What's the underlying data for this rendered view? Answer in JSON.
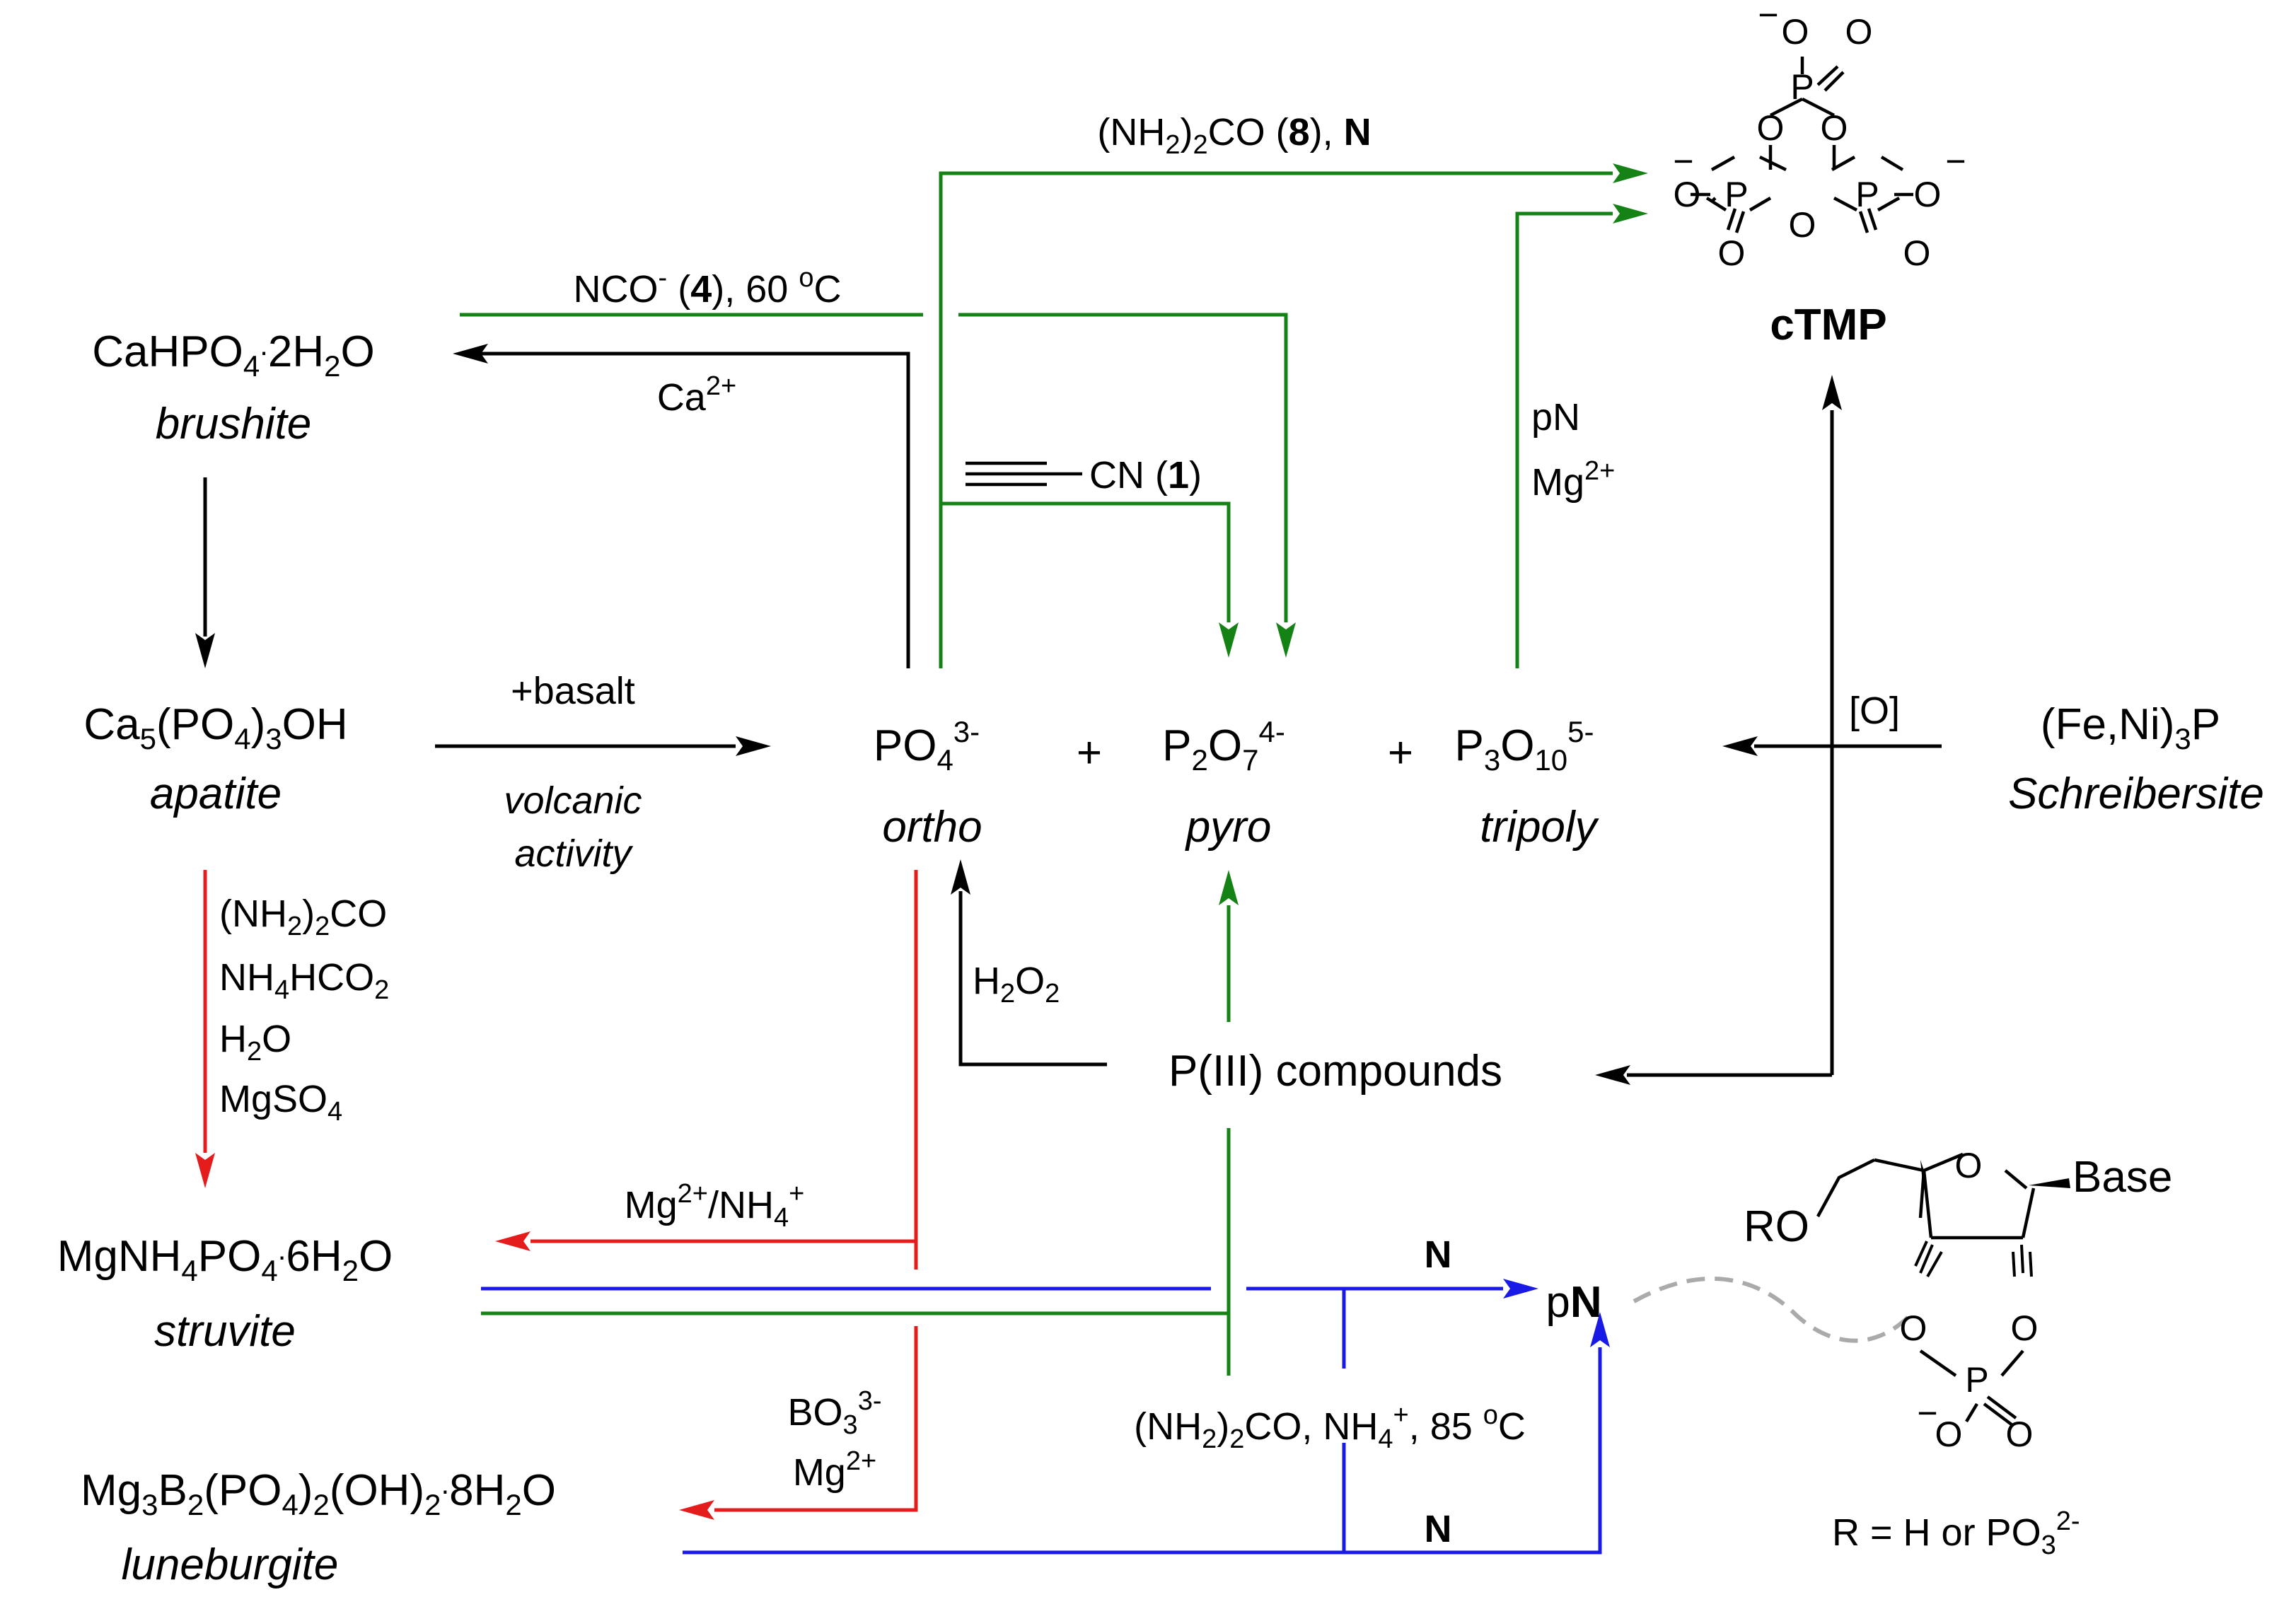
{
  "colors": {
    "black_path": "#000000",
    "green_path": "#148214",
    "red_path": "#e51c1c",
    "blue_path": "#1a1ae6",
    "ribose_link": "#aaaaaa"
  },
  "minerals": {
    "brushite": {
      "formula": "CaHPO4·2H2O",
      "name": "brushite"
    },
    "apatite": {
      "formula": "Ca5(PO4)3OH",
      "name": "apatite"
    },
    "struvite": {
      "formula": "MgNH4PO4·6H2O",
      "name": "struvite"
    },
    "luneburgite": {
      "formula": "Mg3B2(PO4)2(OH)2·8H2O",
      "name": "luneburgite"
    },
    "schreibersite": {
      "formula": "(Fe,Ni)3P",
      "name": "Schreibersite"
    }
  },
  "phosphates": {
    "ortho": {
      "formula": "PO4 3-",
      "name": "ortho"
    },
    "pyro": {
      "formula": "P2O7 4-",
      "name": "pyro"
    },
    "tripoly": {
      "formula": "P3O10 5-",
      "name": "tripoly"
    },
    "plus": "+"
  },
  "ctmp": {
    "label": "cTMP",
    "atoms": {
      "p": "P",
      "o": "O",
      "minus": "−"
    }
  },
  "p3": {
    "label": "P(III) compounds"
  },
  "pn": {
    "label": "pN"
  },
  "nucleotide": {
    "base": "Base",
    "ro": "RO",
    "r_def": "R = H or PO3 2-"
  },
  "conditions": {
    "urea_N": "(NH2)2CO (8), N",
    "cyanate": "NCO⁻ (4), 60 °C",
    "ca2": "Ca2+",
    "cyanoacetylene": "CN (1)",
    "pN_mg": [
      "pN",
      "Mg2+"
    ],
    "oxidation": "[O]",
    "basalt": "+basalt",
    "volcanic": [
      "volcanic",
      "activity"
    ],
    "h2o2": "H2O2",
    "struvite_reagents": [
      "(NH2)2CO",
      "NH4HCO2",
      "H2O",
      "MgSO4"
    ],
    "mg_nh4": "Mg2+/NH4+",
    "bo3_mg": [
      "BO3 3-",
      "Mg2+"
    ],
    "urea_nh4": "(NH2)2CO, NH4+, 85 °C",
    "n_upper": "N",
    "n_lower": "N"
  }
}
